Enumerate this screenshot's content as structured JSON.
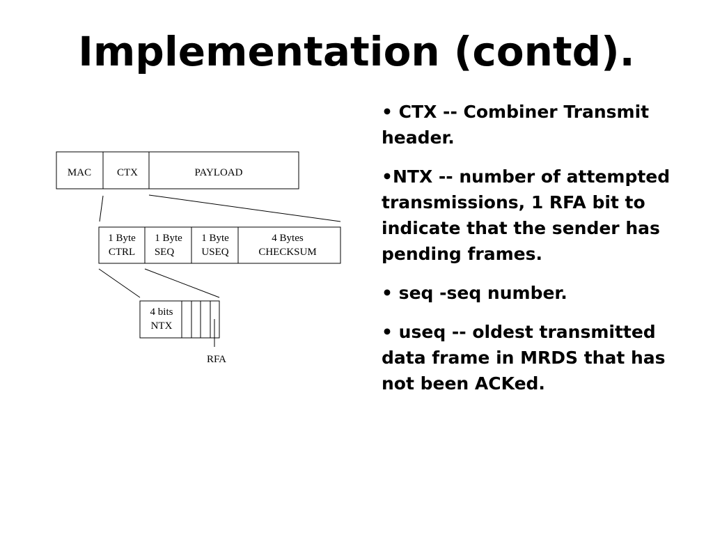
{
  "slide": {
    "title": "Implementation (contd)."
  },
  "diagram": {
    "frame": {
      "mac": "MAC",
      "ctx": "CTX",
      "payload": "PAYLOAD"
    },
    "ctx_header": {
      "ctrl_line1": "1 Byte",
      "ctrl_line2": "CTRL",
      "seq_line1": "1 Byte",
      "seq_line2": "SEQ",
      "useq_line1": "1 Byte",
      "useq_line2": "USEQ",
      "checksum_line1": "4 Bytes",
      "checksum_line2": "CHECKSUM"
    },
    "ctrl_byte": {
      "ntx_line1": "4 bits",
      "ntx_line2": "NTX",
      "rfa_label": "RFA"
    }
  },
  "bullets": [
    "• CTX -- Combiner Transmit header.",
    "•NTX -- number of attempted transmissions, 1 RFA bit to indicate that the sender has pending frames.",
    "• seq -seq number.",
    "• useq -- oldest transmitted data frame in MRDS that has not been ACKed."
  ]
}
